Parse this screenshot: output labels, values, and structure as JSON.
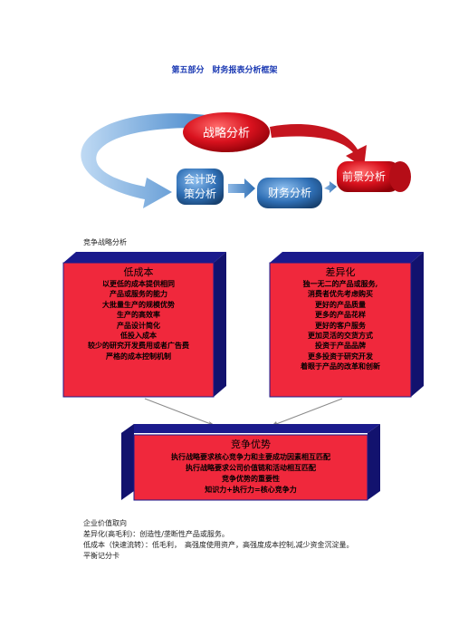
{
  "page": {
    "title": "第五部分　财务报表分析框架"
  },
  "flow": {
    "nodes": {
      "strategy": "战略分析",
      "accounting_line1": "会计政",
      "accounting_line2": "策分析",
      "financial": "财务分析",
      "prospect": "前景分析"
    },
    "colors": {
      "red_node": "#d9121e",
      "blue_node": "#2f6fb5",
      "arrow_blue": "#3a7fc7"
    }
  },
  "competitive": {
    "section_label": "竞争战略分析",
    "low_cost": {
      "title": "低成本",
      "lines": [
        "以更低的成本提供相同",
        "产品或服务的能力",
        "大批量生产的规模优势",
        "生产的高效率",
        "产品设计简化",
        "低投入成本",
        "较少的研究开发费用或者广告费",
        "严格的成本控制机制"
      ]
    },
    "differentiation": {
      "title": "差异化",
      "lines": [
        "独一无二的产品或服务,",
        "消费者优先考虑购买",
        "更好的产品质量",
        "更多的产品花样",
        "更好的客户服务",
        "更加灵活的交货方式",
        "投资于产品品牌",
        "更多投资于研究开发",
        "着眼于产品的改革和创新"
      ]
    },
    "advantage": {
      "title": "竞争优势",
      "lines": [
        "执行战略要求核心竞争力和主要成功因素相互匹配",
        "执行战略要求公司价值链和活动相互匹配",
        "竞争优势的重要性",
        "知识力+执行力=核心竞争力"
      ]
    },
    "colors": {
      "box_face": "#f0283c",
      "box_side": "#1a1a8c"
    }
  },
  "footer": {
    "lines": [
      "企业价值取向",
      "差异化(高毛利)：创造性/垄断性产品或服务。",
      "低成本（快速流转）：低毛利，　高强度使用资产，高强度成本控制,减少资金沉淀量。",
      "平衡记分卡"
    ]
  }
}
